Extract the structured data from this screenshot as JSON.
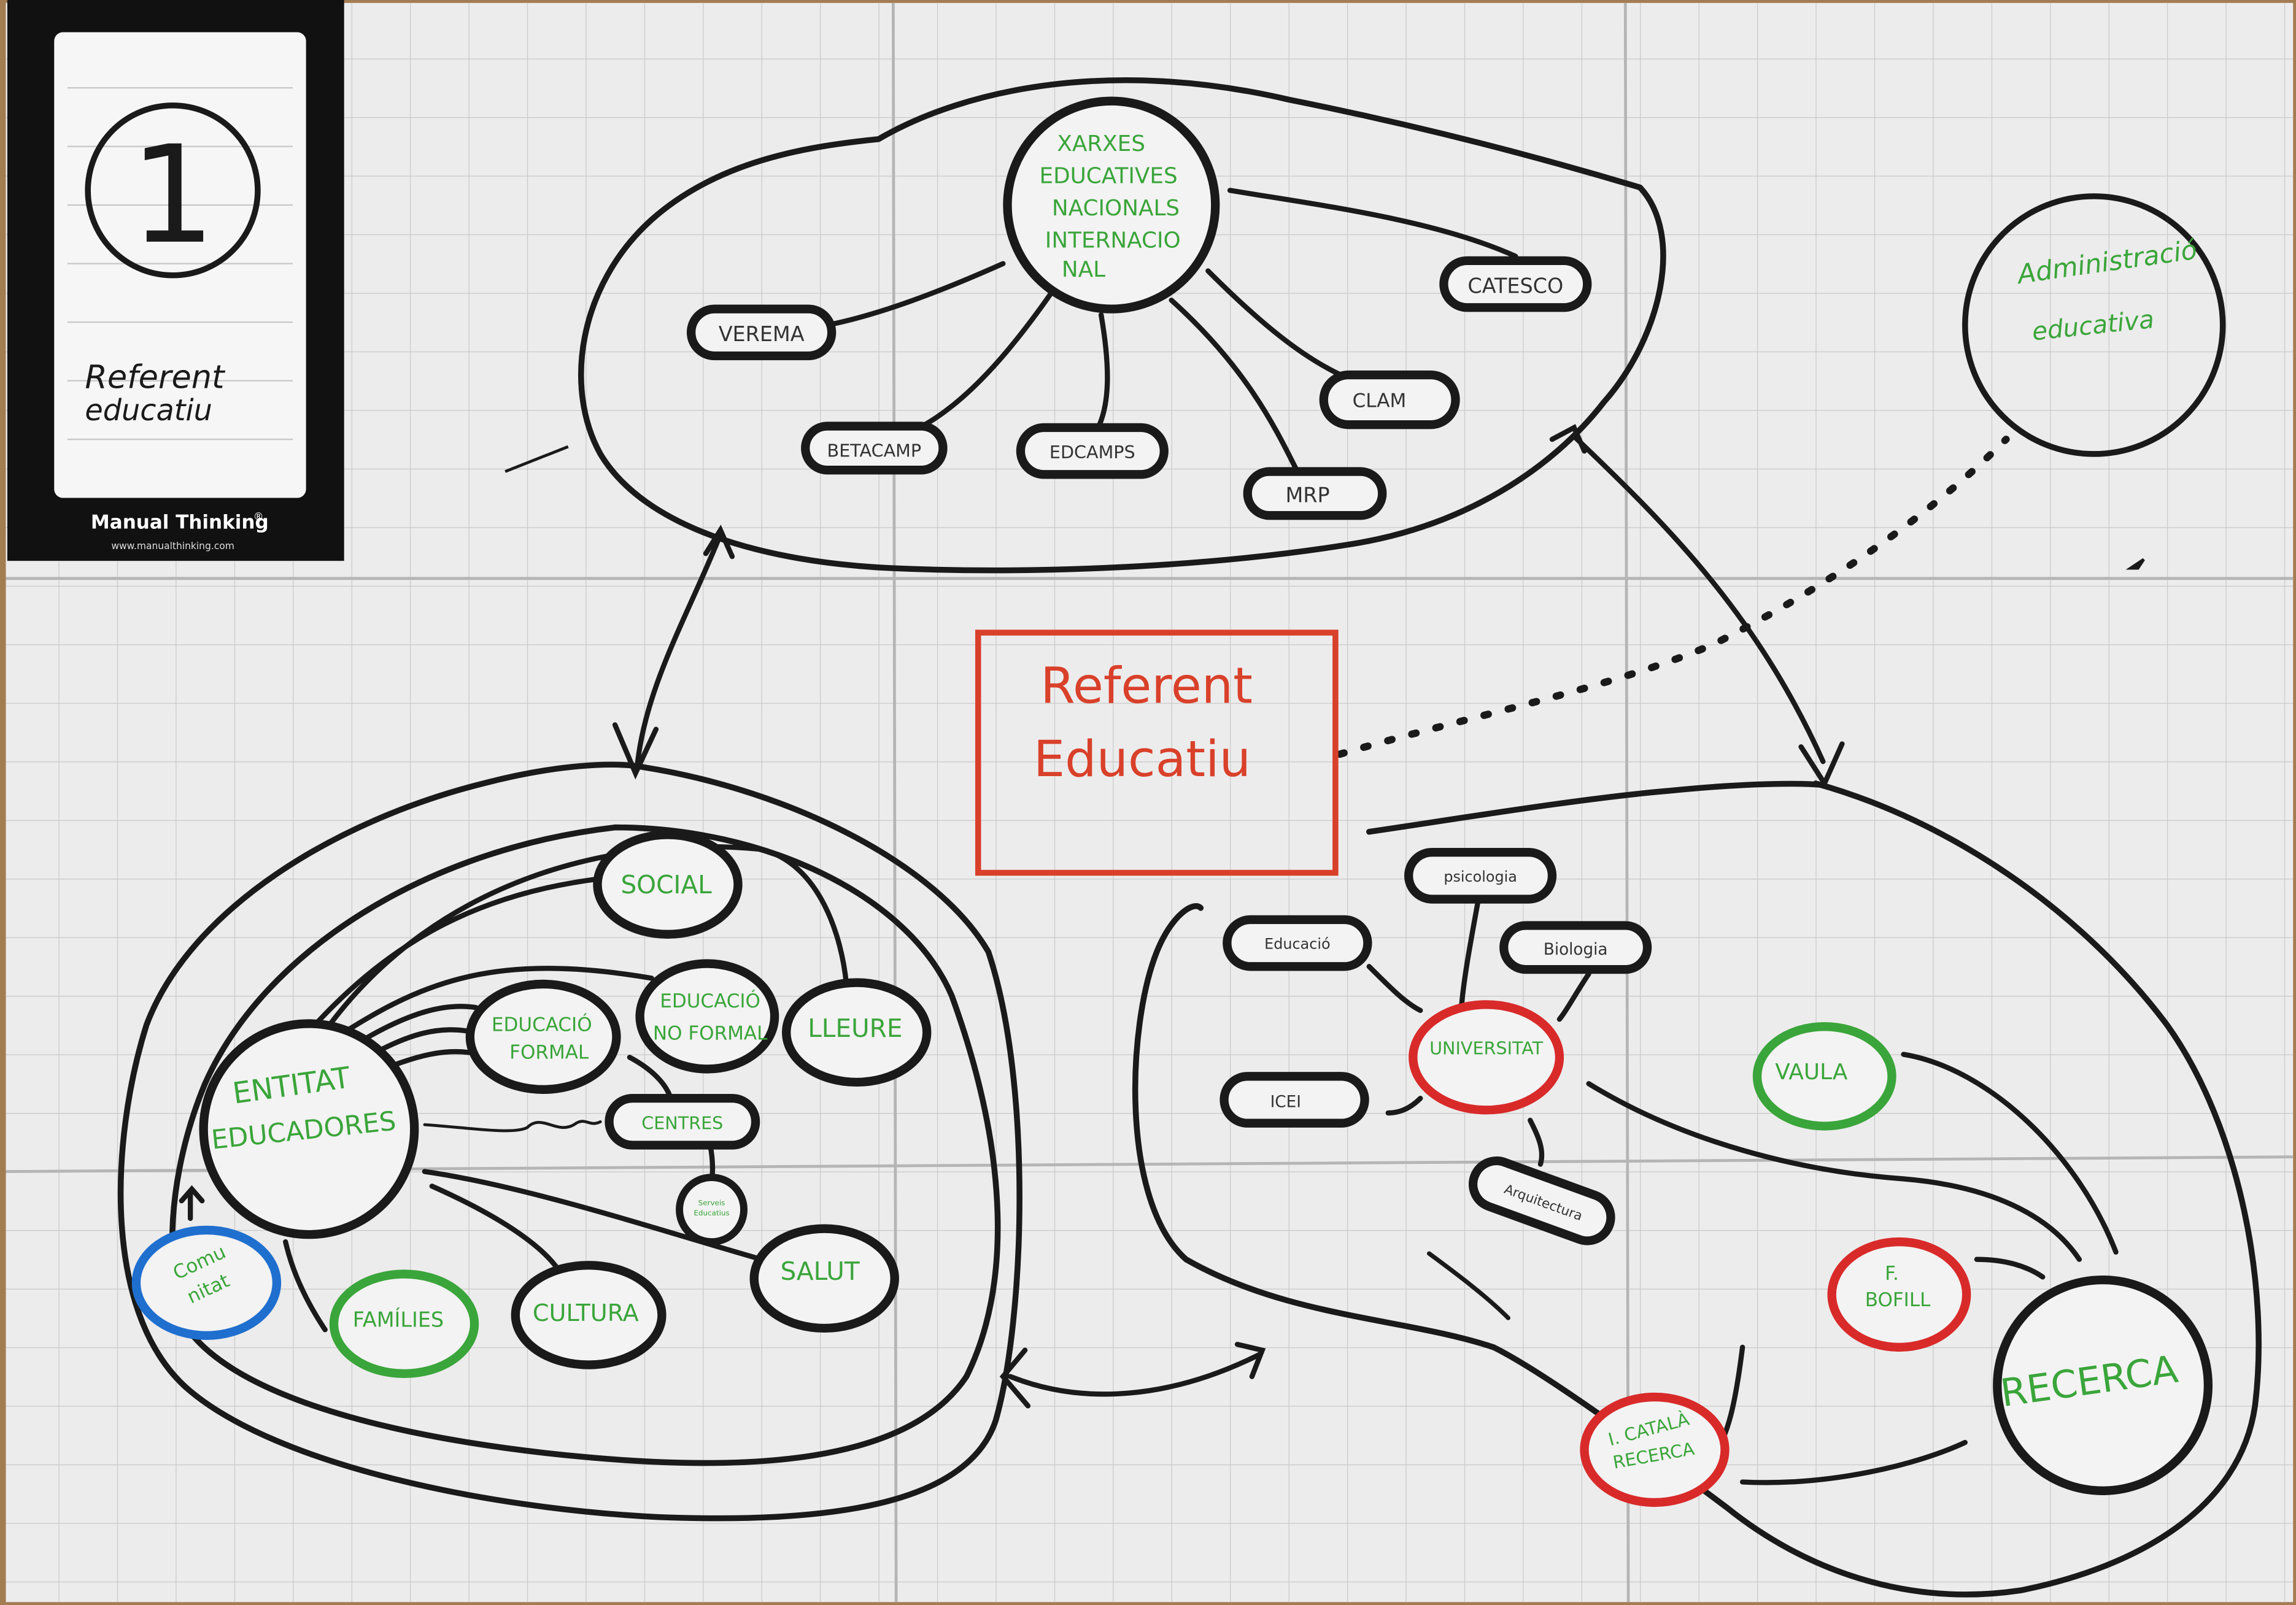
{
  "sheet": {
    "card": {
      "number": "1",
      "title_lines": [
        "Referent",
        "educatiu"
      ],
      "brand": "Manual Thinking",
      "brand_mark": "®",
      "url": "www.manualthinking.com"
    },
    "center": {
      "lines": [
        "Referent",
        "Educatiu"
      ],
      "color": "#d9402a"
    },
    "top_cluster": {
      "hub_lines": [
        "XARXES",
        "EDUCATIVES",
        "NACIONALS",
        "INTERNACIO",
        "NAL"
      ],
      "nodes": [
        "VEREMA",
        "BETACAMP",
        "EDCAMPS",
        "CLAM",
        "MRP",
        "CATESCO"
      ]
    },
    "admin": {
      "lines": [
        "Administració",
        "educativa"
      ]
    },
    "left_cluster": {
      "hub_lines": [
        "ENTITAT",
        "EDUCADORES"
      ],
      "nodes": {
        "social": "SOCIAL",
        "educacio_formal": [
          "EDUCACIÓ",
          "FORMAL"
        ],
        "educacio_no_formal": [
          "EDUCACIÓ",
          "NO FORMAL"
        ],
        "lleure": "LLEURE",
        "centres": "CENTRES",
        "small": [
          "Serveis",
          "Educatius"
        ],
        "salut": "SALUT",
        "cultura": "CULTURA",
        "families": "FAMÍLIES",
        "comunitat": [
          "Comu",
          "nitat"
        ]
      }
    },
    "right_cluster": {
      "hub_lines": [
        "UNIVERSITAT"
      ],
      "nodes": {
        "psicologia": "psicologia",
        "educacio": "Educació",
        "biologia": "Biologia",
        "icei": "ICEI",
        "arquitectura": "Arquitectura",
        "vaula": "VAULA",
        "fbofill": [
          "F.",
          "BOFILL"
        ],
        "icatala": [
          "I. CATALÀ",
          "RECERCA"
        ],
        "recerca": "RECERCA"
      }
    },
    "colors": {
      "paper": "#ececec",
      "grid": "#c4c4c4",
      "ink": "#1a1a1a",
      "green": "#3aa53a",
      "red": "#d92a2a",
      "blue": "#1f6fcf",
      "card": "#111111"
    }
  }
}
